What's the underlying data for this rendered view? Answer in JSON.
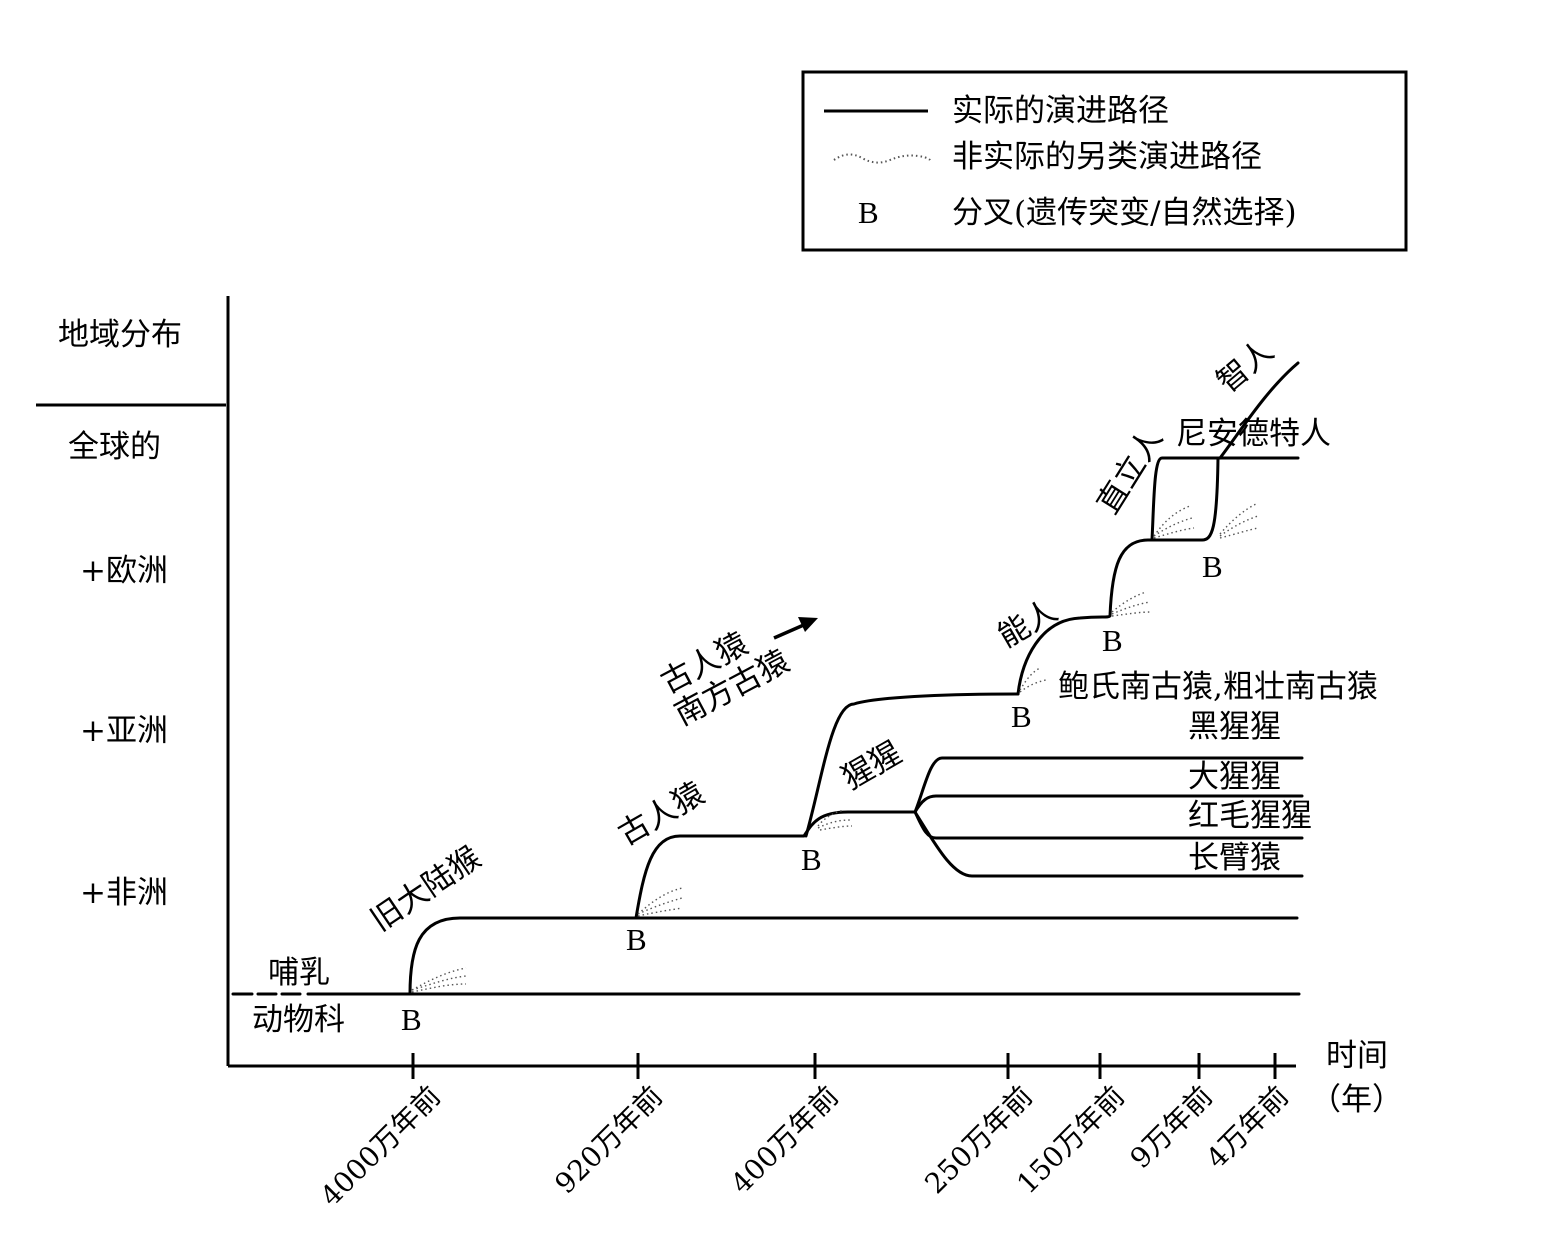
{
  "legend": {
    "actual_path": "实际的演进路径",
    "alt_path": "非实际的另类演进路径",
    "b_symbol": "B",
    "b_meaning": "分叉(遗传突变/自然选择)"
  },
  "y_axis": {
    "title": "地域分布",
    "levels": [
      "全球的",
      "+欧洲",
      "+亚洲",
      "+非洲"
    ]
  },
  "x_axis": {
    "title": "时间",
    "unit": "（年）",
    "ticks": [
      "4000万年前",
      "920万年前",
      "400万年前",
      "250万年前",
      "150万年前",
      "9万年前",
      "4万年前"
    ]
  },
  "branch_marker": "B",
  "species": {
    "mammal_line1": "哺乳",
    "mammal_line2": "动物科",
    "old_world_monkey": "旧大陆猴",
    "ape_1": "古人猿",
    "arrow_line1": "古人猿",
    "arrow_line2": "南方古猿",
    "great_ape": "猩猩",
    "robust_australopith": "鲍氏南古猿,粗壮南古猿",
    "chimpanzee": "黑猩猩",
    "gorilla": "大猩猩",
    "orangutan": "红毛猩猩",
    "gibbon": "长臂猿",
    "homo_habilis": "能人",
    "homo_erectus": "直立人",
    "neanderthal": "尼安德特人",
    "homo_sapiens": "智人"
  }
}
